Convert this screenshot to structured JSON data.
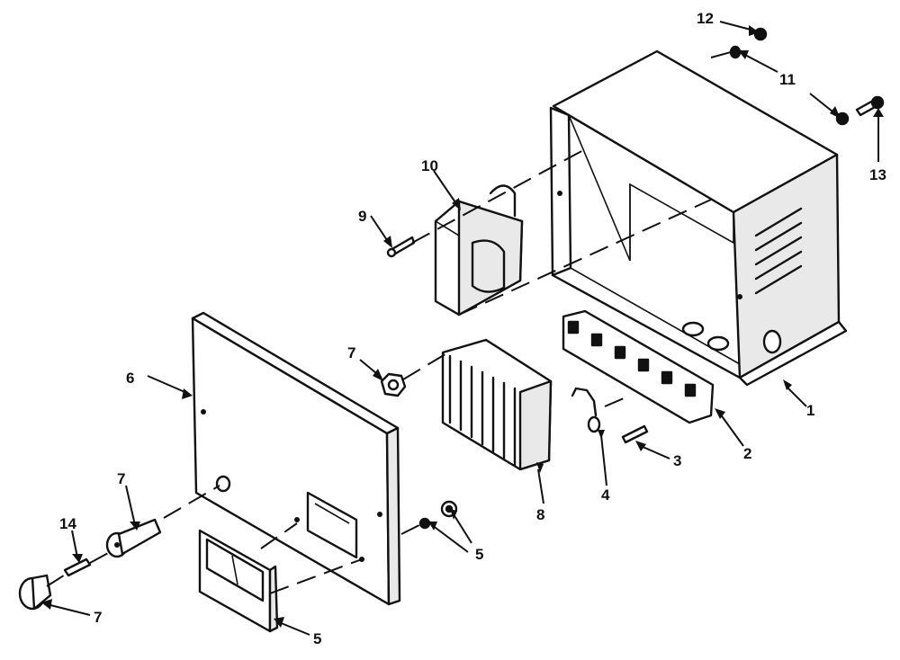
{
  "callouts": {
    "c1": "1",
    "c2": "2",
    "c3": "3",
    "c4": "4",
    "c5_screws": "5",
    "c5_meter": "5",
    "c6": "6",
    "c7_nut": "7",
    "c7_shaft": "7",
    "c7_knob": "7",
    "c8": "8",
    "c9": "9",
    "c10": "10",
    "c11": "11",
    "c12": "12",
    "c13": "13",
    "c14": "14"
  }
}
